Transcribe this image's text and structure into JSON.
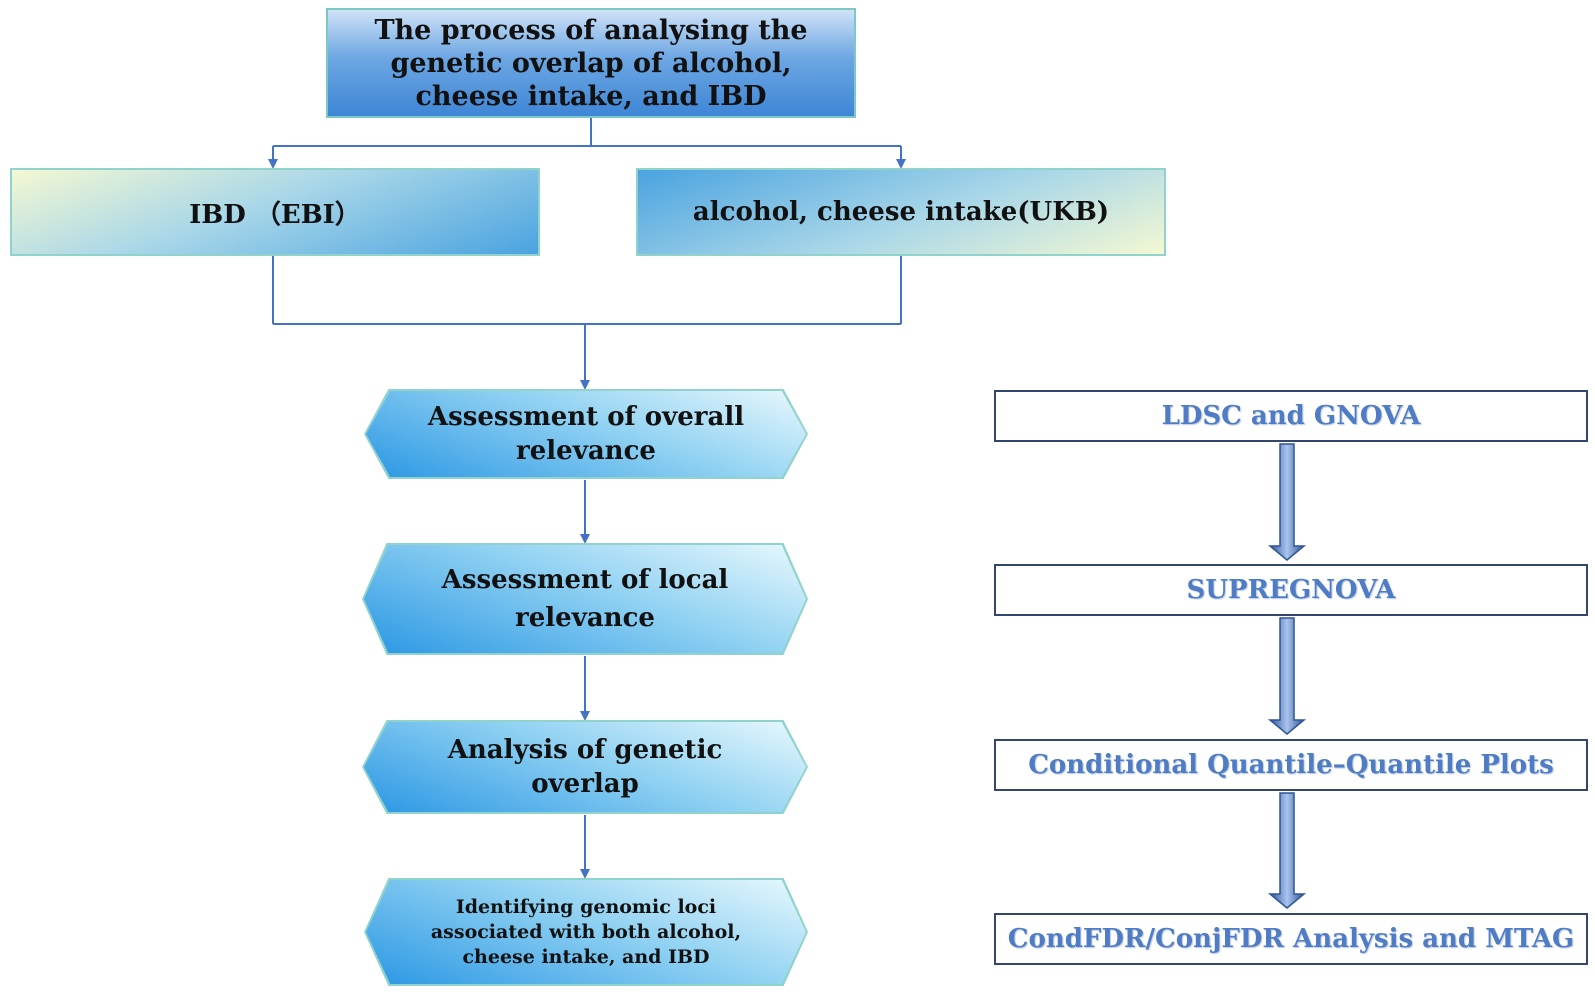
{
  "title": "The process of analysing the genetic overlap of  alcohol, cheese intake, and IBD",
  "sources": {
    "left": "IBD （EBI）",
    "right": "alcohol, cheese intake(UKB)"
  },
  "flow_steps": [
    "Assessment of overall relevance",
    "Assessment of local relevance",
    "Analysis of genetic overlap",
    "Identifying genomic loci associated with both alcohol, cheese intake, and IBD"
  ],
  "methods": [
    "LDSC and GNOVA",
    "SUPREGNOVA",
    "Conditional Quantile–Quantile Plots",
    "CondFDR/ConjFDR Analysis and MTAG"
  ],
  "colors": {
    "connector": "#4472c4",
    "method_text": "#4f7cc4",
    "method_border": "#33466e",
    "box_border": "#8fd3cc"
  }
}
